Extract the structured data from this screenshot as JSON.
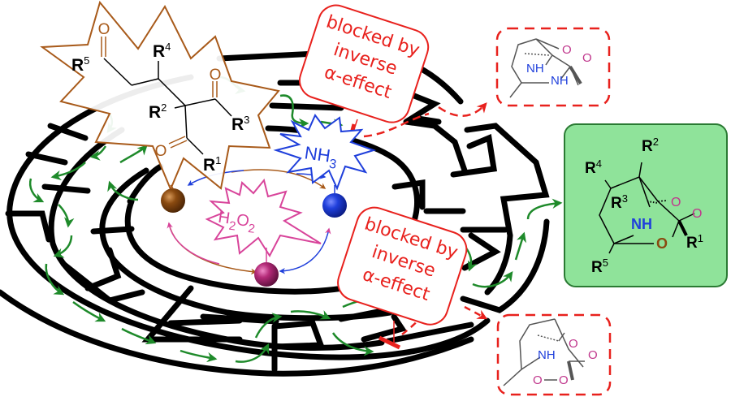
{
  "figure": {
    "colors": {
      "maze_wall": "#000000",
      "path_arrow": "#1e8a2a",
      "block": "#e8211d",
      "brown": "#8a4a10",
      "nh3": "#1f3fdb",
      "h2o2": "#d8449a",
      "product_fill": "#8fe39a",
      "product_border": "#2a7a33",
      "oxygen_pink": "#c0368c"
    },
    "reactant": {
      "carbonyl_o": [
        "O",
        "O",
        "O"
      ],
      "substituents": {
        "r1": {
          "base": "R",
          "sup": "1"
        },
        "r2": {
          "base": "R",
          "sup": "2"
        },
        "r3": {
          "base": "R",
          "sup": "3"
        },
        "r4": {
          "base": "R",
          "sup": "4"
        },
        "r5": {
          "base": "R",
          "sup": "5"
        }
      }
    },
    "reagents": {
      "nh3": {
        "main": "NH",
        "sub": "3"
      },
      "h2o2": {
        "h": "H",
        "sub1": "2",
        "o": "O",
        "sub2": "2"
      }
    },
    "blocked_callouts": [
      {
        "line1": "blocked by",
        "line2": "inverse",
        "line3": "α-effect"
      },
      {
        "line1": "blocked by",
        "line2": "inverse",
        "line3": "α-effect"
      }
    ],
    "side_product_top": {
      "nh_upper": "NH",
      "nh_lower": "NH",
      "o1": "O",
      "o2": "O"
    },
    "side_product_bottom": {
      "nh": "NH",
      "o_upper1": "O",
      "o_upper2": "O",
      "o_lower1": "O",
      "o_lower2": "O"
    },
    "product": {
      "nh": "NH",
      "o_ring": "O",
      "o_peroxide1": "O",
      "o_peroxide2": "O",
      "r1": {
        "base": "R",
        "sup": "1"
      },
      "r2": {
        "base": "R",
        "sup": "2"
      },
      "r3": {
        "base": "R",
        "sup": "3"
      },
      "r4": {
        "base": "R",
        "sup": "4"
      },
      "r5": {
        "base": "R",
        "sup": "5"
      }
    }
  }
}
